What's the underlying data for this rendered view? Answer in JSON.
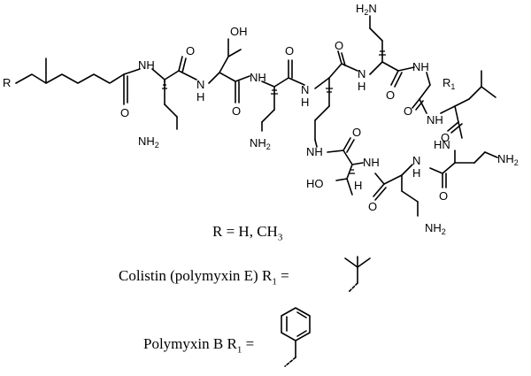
{
  "atoms": {
    "r": "R",
    "r1": "R",
    "r1_sub": "1",
    "nh": "NH",
    "hn": "HN",
    "h": "H",
    "n": "N",
    "o": "O",
    "oh": "OH",
    "ho": "HO",
    "nh2": "NH",
    "h2n": "H",
    "h2n_tail": "N",
    "two": "2"
  },
  "captions": {
    "r_def": "R = H, CH",
    "r_def_sub": "3",
    "colistin": "Colistin (polymyxin E) R",
    "colistin_sub": "1",
    "colistin_eq": "=",
    "polymyxin_b": "Polymyxin B R",
    "polymyxin_b_sub": "1",
    "polymyxin_b_eq": "="
  }
}
